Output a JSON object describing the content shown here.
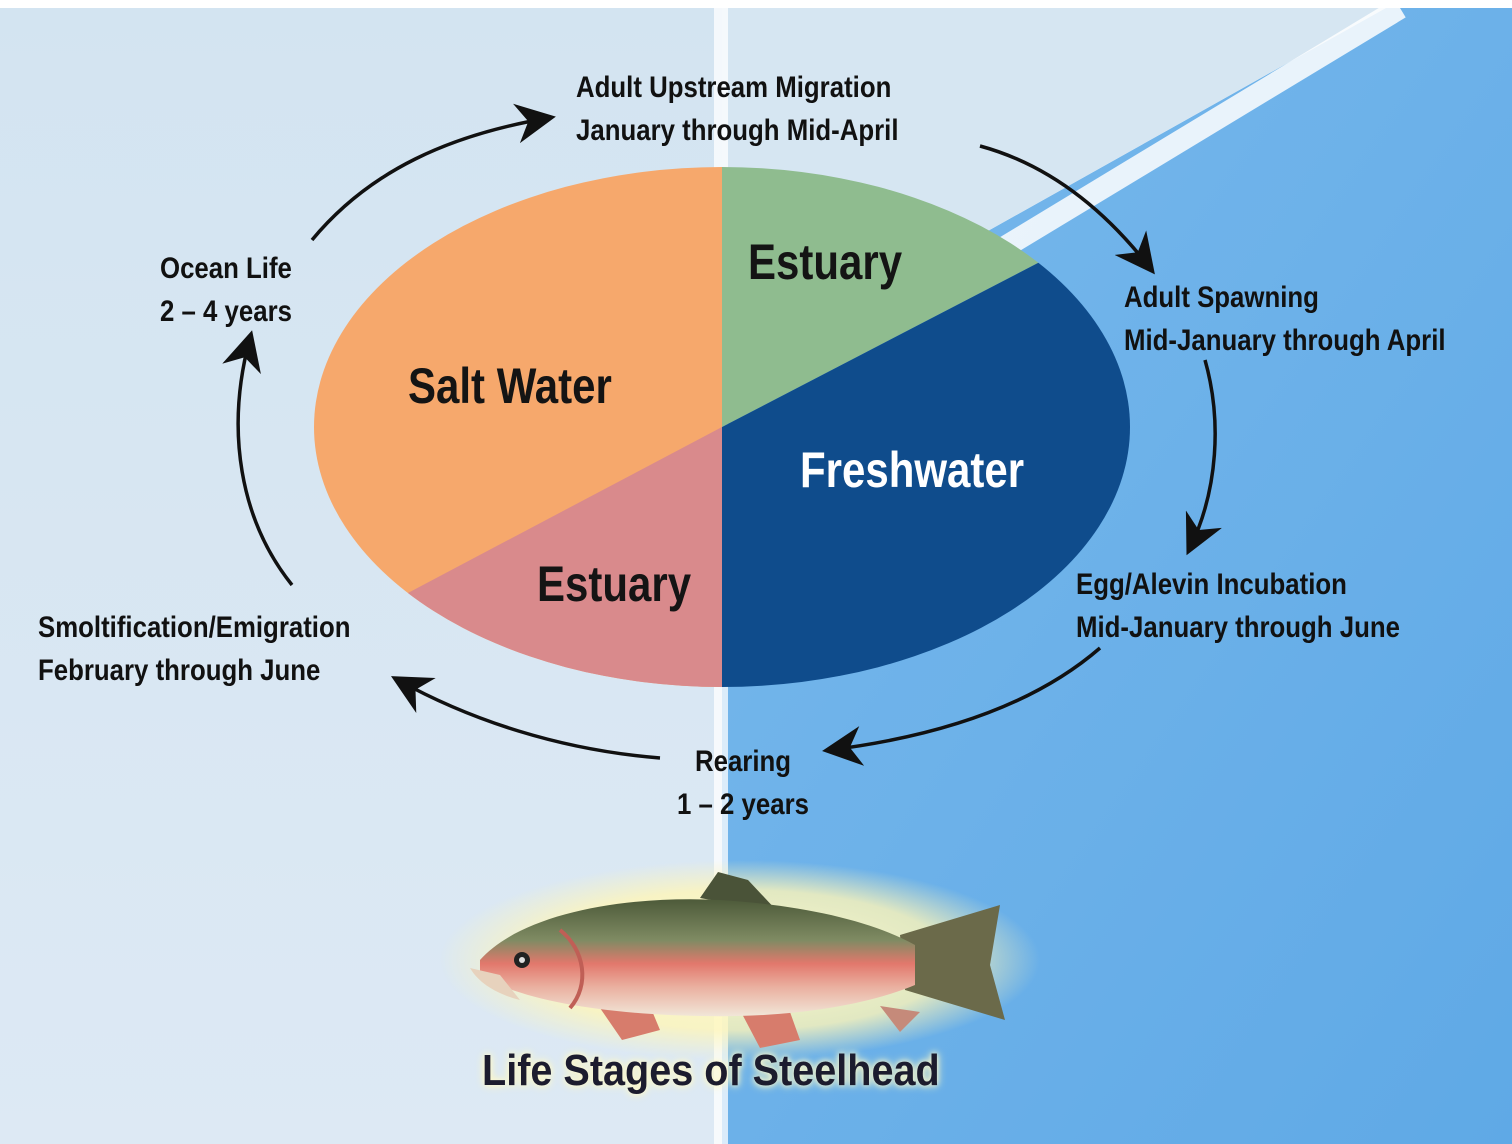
{
  "title": "Life Stages of Steelhead",
  "zones": {
    "salt_water": "Salt Water",
    "estuary_upper": "Estuary",
    "estuary_lower": "Estuary",
    "freshwater": "Freshwater"
  },
  "stages": {
    "upstream_migration": {
      "name": "Adult Upstream Migration",
      "timing": "January through Mid-April"
    },
    "spawning": {
      "name": "Adult Spawning",
      "timing": "Mid-January through April"
    },
    "incubation": {
      "name": "Egg/Alevin Incubation",
      "timing": "Mid-January through June"
    },
    "rearing": {
      "name": "Rearing",
      "timing": "1 – 2 years"
    },
    "smoltification": {
      "name": "Smoltification/Emigration",
      "timing": "February through June"
    },
    "ocean_life": {
      "name": "Ocean Life",
      "timing": "2 – 4 years"
    }
  },
  "colors": {
    "background_saltwater": "#d6e6f2",
    "background_freshwater": "#6fb3ea",
    "salt_water": "#f6a86c",
    "estuary_upper": "#8fbc8f",
    "estuary_lower": "#d98a8c",
    "freshwater": "#0f4c8c",
    "arrows": "#111111"
  },
  "icons": {
    "fish": "steelhead-trout-illustration"
  }
}
